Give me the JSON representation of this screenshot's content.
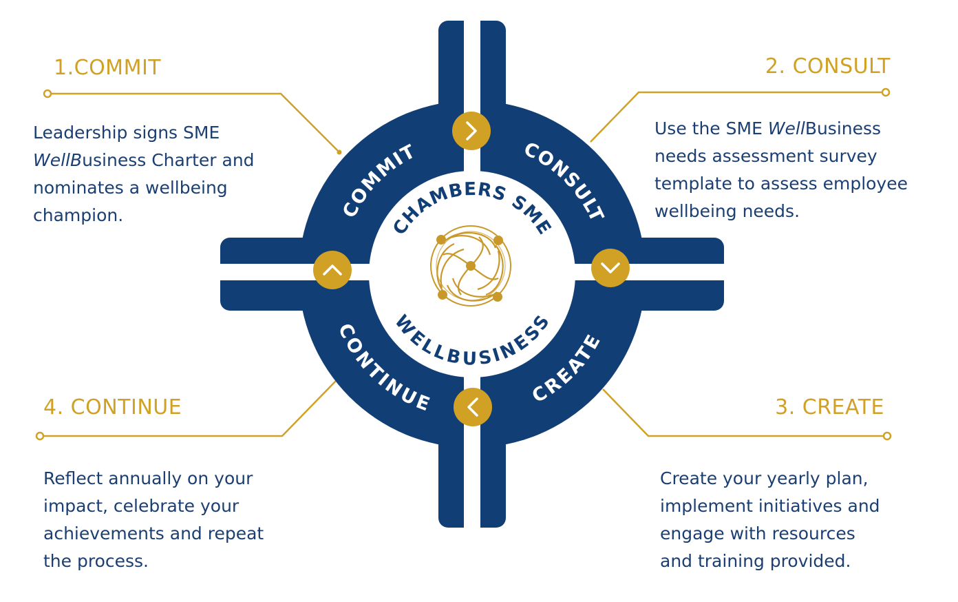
{
  "steps": {
    "commit": {
      "title": "1.COMMIT",
      "ring_label": "COMMIT",
      "lines": [
        [
          "Leadership signs SME"
        ],
        [
          "Well",
          "B",
          "usiness Charter and"
        ],
        [
          "nominates a wellbeing"
        ],
        [
          "champion."
        ]
      ]
    },
    "consult": {
      "title": "2. CONSULT",
      "ring_label": "CONSULT",
      "lines": [
        [
          "Use the SME ",
          "Well",
          "Business"
        ],
        [
          "needs assessment survey"
        ],
        [
          "template to assess employee"
        ],
        [
          "wellbeing needs."
        ]
      ]
    },
    "create": {
      "title": "3. CREATE",
      "ring_label": "CREATE",
      "lines": [
        [
          "Create your yearly plan,"
        ],
        [
          "implement initiatives and"
        ],
        [
          "engage with resources"
        ],
        [
          "and training provided."
        ]
      ]
    },
    "continue": {
      "title": "4. CONTINUE",
      "ring_label": "CONTINUE",
      "lines": [
        [
          "Reflect annually on your"
        ],
        [
          "impact, celebrate your"
        ],
        [
          "achievements and repeat"
        ],
        [
          "the process."
        ]
      ]
    }
  },
  "center": {
    "top_text": "CHAMBERS SME",
    "bottom_text": "WELLBUSINESS",
    "logo_icon": "wellbeing-knot-icon"
  },
  "colors": {
    "navy": "#123e76",
    "gold": "#d0a124",
    "text": "#1b3f72",
    "white": "#ffffff"
  }
}
